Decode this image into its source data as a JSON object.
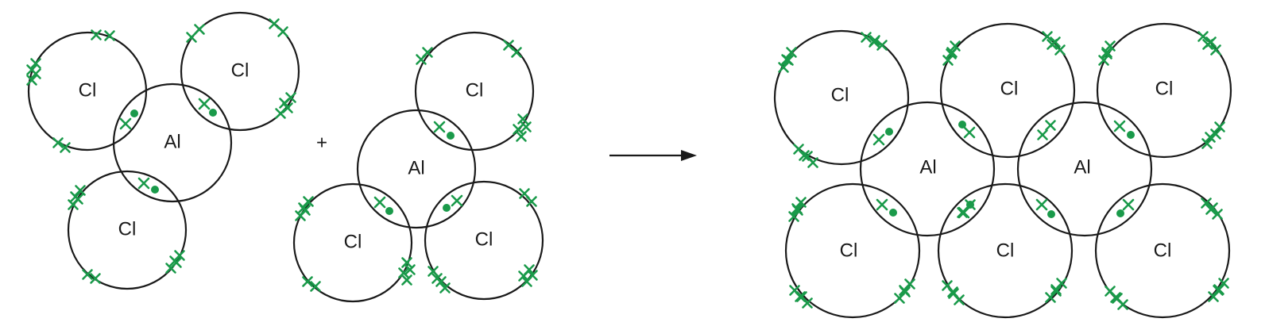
{
  "labels": {
    "cl": "Cl",
    "al": "Al",
    "plus": "+"
  },
  "colors": {
    "electron": "#1a9a4a",
    "outline": "#1a1a1a"
  },
  "electron_symbols": {
    "aluminium": "dot",
    "chlorine": "cross"
  }
}
